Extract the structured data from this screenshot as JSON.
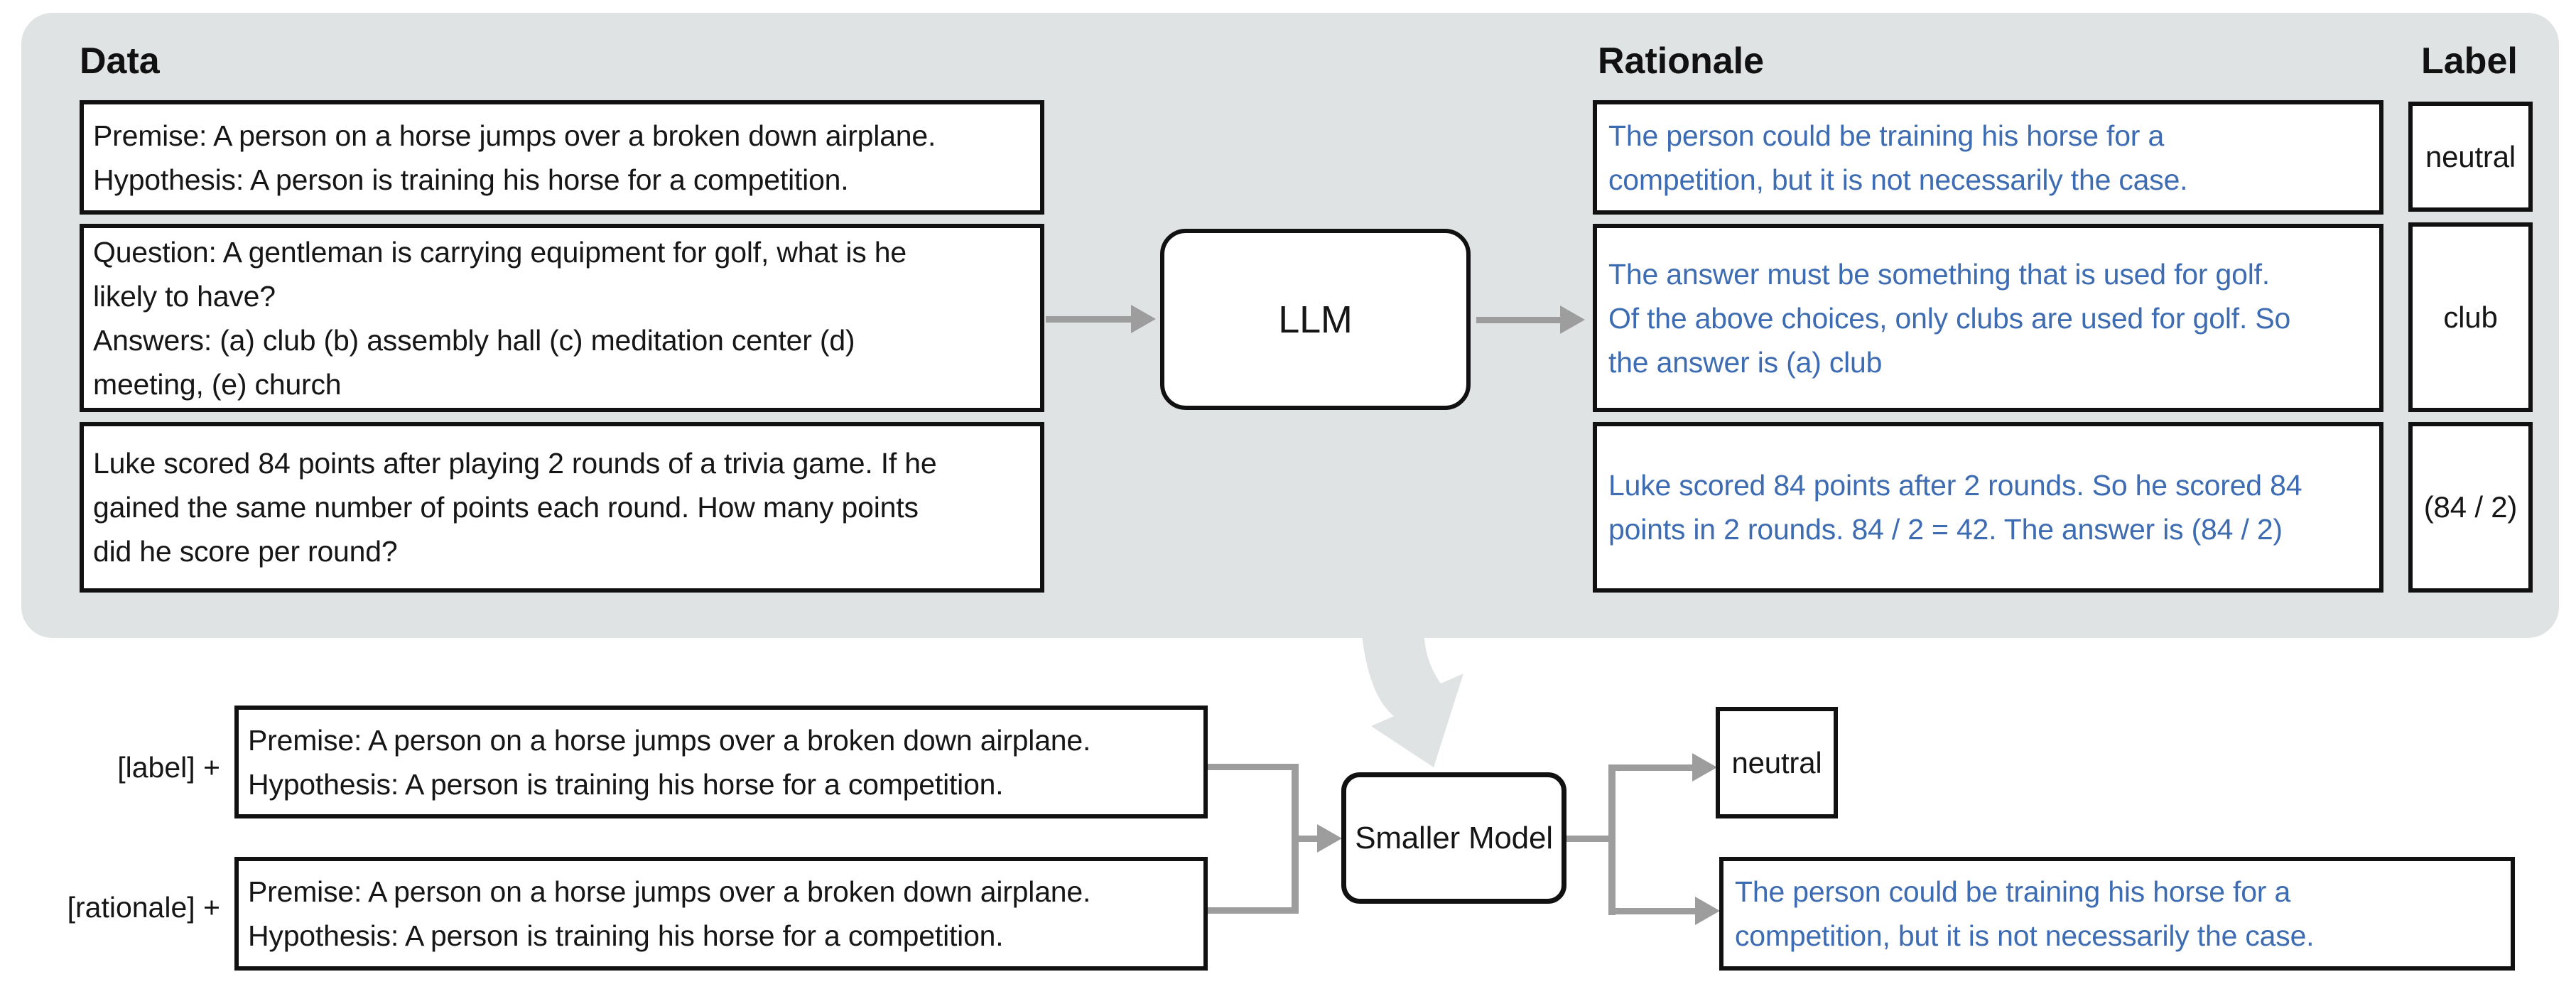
{
  "panel": {
    "columns": {
      "data": "Data",
      "rationale": "Rationale",
      "label": "Label"
    },
    "llm": "LLM",
    "rows": [
      {
        "data_lines": [
          "Premise: A person on a horse jumps over a broken down airplane.",
          "Hypothesis: A person is training his horse for a competition."
        ],
        "rationale_lines": [
          "The person could be training his horse for a",
          "competition, but it is not necessarily the case."
        ],
        "label": "neutral"
      },
      {
        "data_lines": [
          "Question: A gentleman is carrying equipment for golf, what is he",
          "likely to have?",
          "Answers: (a) club (b) assembly hall (c) meditation center (d)",
          "meeting, (e) church"
        ],
        "rationale_lines": [
          "The answer must be something that is used for golf.",
          "Of the above choices, only clubs are used for golf. So",
          "the answer is (a) club"
        ],
        "label": "club"
      },
      {
        "data_lines": [
          "Luke scored 84 points after playing 2 rounds of a trivia game. If he",
          "gained the same number of points each round. How many points",
          "did he score per round?"
        ],
        "rationale_lines": [
          "Luke scored 84 points after 2 rounds. So he scored 84",
          "points in 2 rounds. 84 / 2 = 42. The answer is (84 / 2)"
        ],
        "label": "(84 / 2)"
      }
    ]
  },
  "distill": {
    "label_prefix": "[label] +",
    "rationale_prefix": "[rationale] +",
    "input_lines": [
      "Premise: A person on a horse jumps over a broken down airplane.",
      "Hypothesis: A person is training his horse for a competition."
    ],
    "model": "Smaller Model",
    "output_label": "neutral",
    "output_rationale_lines": [
      "The person could be training his horse for a",
      "competition, but it is not necessarily the case."
    ]
  },
  "colors": {
    "panel_gray": "#e0e3e4",
    "rationale_blue": "#3d6cb2",
    "arrow_gray": "#9d9d9d",
    "ink": "#111111"
  }
}
